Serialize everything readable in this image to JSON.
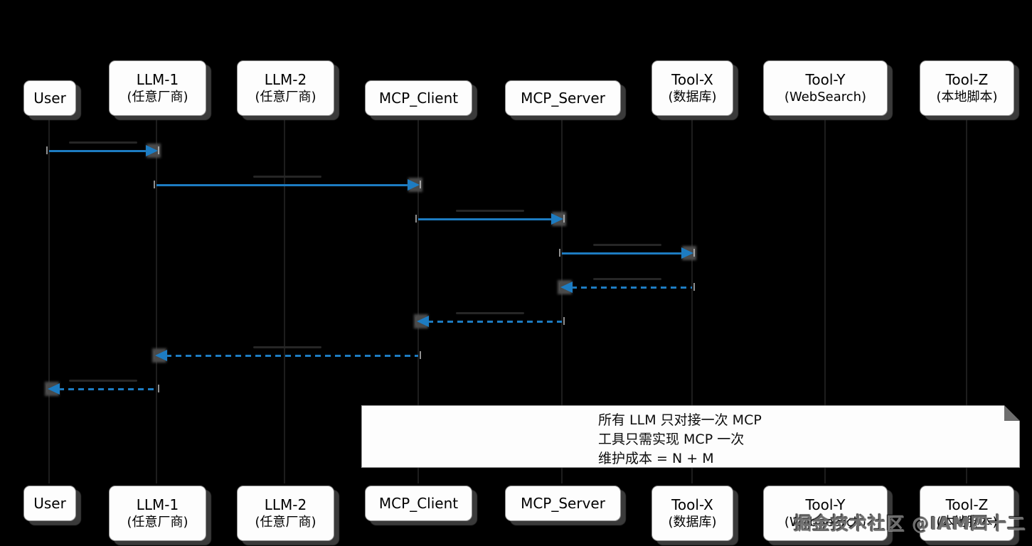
{
  "diagram": {
    "type": "sequence-diagram",
    "background": "#000000",
    "arrow_color": "#1d7cc2",
    "participants": [
      {
        "name": "User",
        "subtitle": ""
      },
      {
        "name": "LLM-1",
        "subtitle": "(任意厂商)"
      },
      {
        "name": "LLM-2",
        "subtitle": "(任意厂商)"
      },
      {
        "name": "MCP_Client",
        "subtitle": ""
      },
      {
        "name": "MCP_Server",
        "subtitle": ""
      },
      {
        "name": "Tool-X",
        "subtitle": "(数据库)"
      },
      {
        "name": "Tool-Y",
        "subtitle": "(WebSearch)"
      },
      {
        "name": "Tool-Z",
        "subtitle": "(本地脚本)"
      }
    ],
    "messages": [
      {
        "from": "User",
        "to": "LLM-1",
        "style": "solid",
        "direction": "right"
      },
      {
        "from": "LLM-1",
        "to": "MCP_Client",
        "style": "solid",
        "direction": "right"
      },
      {
        "from": "MCP_Client",
        "to": "MCP_Server",
        "style": "solid",
        "direction": "right"
      },
      {
        "from": "MCP_Server",
        "to": "Tool-X",
        "style": "solid",
        "direction": "right"
      },
      {
        "from": "Tool-X",
        "to": "MCP_Server",
        "style": "dashed",
        "direction": "left"
      },
      {
        "from": "MCP_Server",
        "to": "MCP_Client",
        "style": "dashed",
        "direction": "left"
      },
      {
        "from": "MCP_Client",
        "to": "LLM-1",
        "style": "dashed",
        "direction": "left"
      },
      {
        "from": "LLM-1",
        "to": "User",
        "style": "dashed",
        "direction": "left"
      }
    ],
    "note": {
      "line1": "所有 LLM 只对接一次 MCP",
      "line2": "工具只需实现 MCP 一次",
      "line3": "维护成本 = N + M"
    },
    "watermark": "掘金技术社区 @IAM四十二"
  }
}
